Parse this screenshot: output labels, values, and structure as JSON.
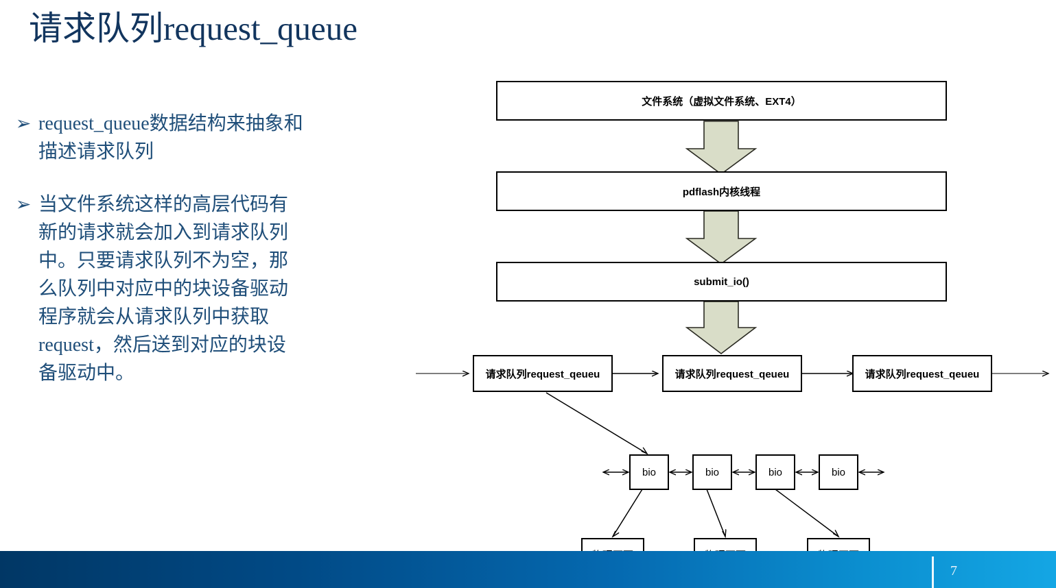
{
  "slide": {
    "title": "请求队列request_queue",
    "page_number": "7",
    "title_color": "#12355E",
    "body_color": "#1F4E79",
    "footer_gradient_start": "#013765",
    "footer_gradient_end": "#14A6E4",
    "block_arrow_fill": "#D9DDC8",
    "block_arrow_stroke": "#7D8068"
  },
  "bullets": [
    {
      "marker": "➢",
      "text": "request_queue数据结构来抽象和描述请求队列"
    },
    {
      "marker": "➢",
      "text": "当文件系统这样的高层代码有新的请求就会加入到请求队列中。只要请求队列不为空，那么队列中对应中的块设备驱动程序就会从请求队列中获取request，然后送到对应的块设备驱动中。"
    }
  ],
  "diagram": {
    "stack": [
      {
        "label": "文件系统（虚拟文件系统、EXT4）"
      },
      {
        "label": "pdflash内核线程"
      },
      {
        "label": "submit_io()"
      }
    ],
    "request_queues": [
      {
        "label": "请求队列request_qeueu"
      },
      {
        "label": "请求队列request_qeueu"
      },
      {
        "label": "请求队列request_qeueu"
      }
    ],
    "bios": [
      {
        "label": "bio"
      },
      {
        "label": "bio"
      },
      {
        "label": "bio"
      },
      {
        "label": "bio"
      }
    ],
    "pages": [
      {
        "label": "物理页面"
      },
      {
        "label": "物理页面"
      },
      {
        "label": "物理页面"
      }
    ],
    "icons": {
      "down_block_arrow": "down-block-arrow-icon",
      "right_arrow": "right-arrow-icon",
      "double_arrow": "double-headed-arrow-icon",
      "diagonal_arrow": "diagonal-arrow-icon"
    }
  }
}
